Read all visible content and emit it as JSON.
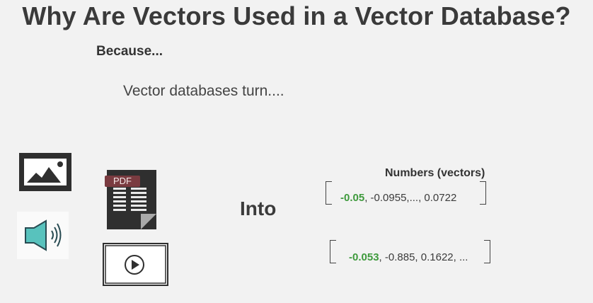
{
  "title": "Why Are Vectors Used in a Vector Database?",
  "subtitle": "Because...",
  "lead": "Vector databases turn....",
  "icons": {
    "image": "image-icon",
    "audio": "speaker-icon",
    "pdf": "pdf-document-icon",
    "video": "video-play-icon",
    "pdf_label": "PDF"
  },
  "into": "Into",
  "vectors_heading": "Numbers (vectors)",
  "vectors": [
    {
      "first": "-0.05",
      "rest": ", -0.0955,..., 0.0722"
    },
    {
      "first": "-0.053",
      "rest": ", -0.885, 0.1622, ..."
    }
  ],
  "colors": {
    "background": "#f2f2f2",
    "text": "#3b3b3b",
    "green_accent": "#3e9a3c",
    "audio_icon": "#58c2bd",
    "pdf_tag": "#7a3b40"
  }
}
